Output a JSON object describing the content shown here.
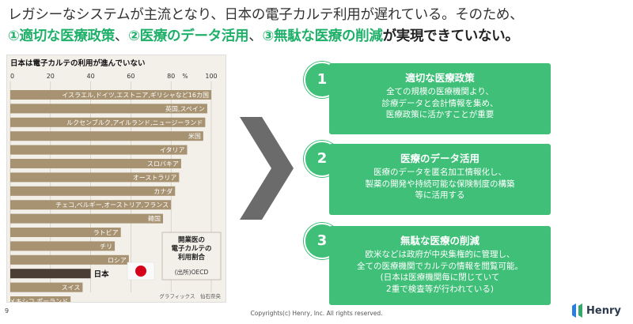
{
  "headline": {
    "line1": "レガシーなシステムが主流となり、日本の電子カルテ利用が遅れている。そのため、",
    "item1": "①適切な医療政策",
    "sep1": "、",
    "item2": "②医療のデータ活用",
    "sep2": "、",
    "item3": "③無駄な医療の削減",
    "tail": "が実現できていない。"
  },
  "chart_data": {
    "type": "bar",
    "title": "日本は電子カルテの利用が進んでいない",
    "unit": "%",
    "xlim": [
      0,
      100
    ],
    "ticks": [
      0,
      20,
      40,
      60,
      80,
      100
    ],
    "categories": [
      "イスラエル,ドイツ,エストニア,ギリシャなど16カ国",
      "英国,スペイン",
      "ルクセンブルク,アイルランド,ニュージーランド",
      "米国",
      "イタリア",
      "スロバキア",
      "オーストラリア",
      "カナダ",
      "チェコ,ベルギー,オーストリア,フランス",
      "韓国",
      "ラトビア",
      "チリ",
      "ロシア",
      "日本",
      "スイス",
      "メキシコ,ポーランド"
    ],
    "values": [
      100,
      98,
      97,
      96,
      88,
      85,
      84,
      82,
      80,
      76,
      55,
      52,
      59,
      40,
      36,
      30
    ],
    "highlight_index": 13,
    "colors": {
      "bar": "#a79272",
      "highlight": "#4a3d33"
    },
    "legend_box": [
      "開業医の",
      "電子カルテの",
      "利用割合"
    ],
    "source": "(出所)OECD",
    "credit": "グラフィックス　仙石奈央"
  },
  "cards": [
    {
      "num": "1",
      "title": "適切な医療政策",
      "lines": [
        "全ての規模の医療機関より、",
        "診療データと会計情報を集め、",
        "医療政策に活かすことが重要"
      ]
    },
    {
      "num": "2",
      "title": "医療のデータ活用",
      "lines": [
        "医療のデータを匿名加工情報化し、",
        "製薬の開発や持続可能な保険制度の構築",
        "等に活用する"
      ]
    },
    {
      "num": "3",
      "title": "無駄な医療の削減",
      "lines": [
        "欧米などは政府が中央集権的に管理し、",
        "全ての医療機関でカルテの情報を閲覧可能。",
        "(日本は医療機関毎に閉じていて",
        "2重で検査等が行われている)"
      ]
    }
  ],
  "footer": {
    "page": "9",
    "copyright": "Copyrights(c) Henry, Inc. All rights reserved.",
    "logo": "Henry"
  },
  "colors": {
    "accent": "#3fbf78",
    "headline_green": "#1fb06a",
    "arrow": "#6b6b6b"
  }
}
